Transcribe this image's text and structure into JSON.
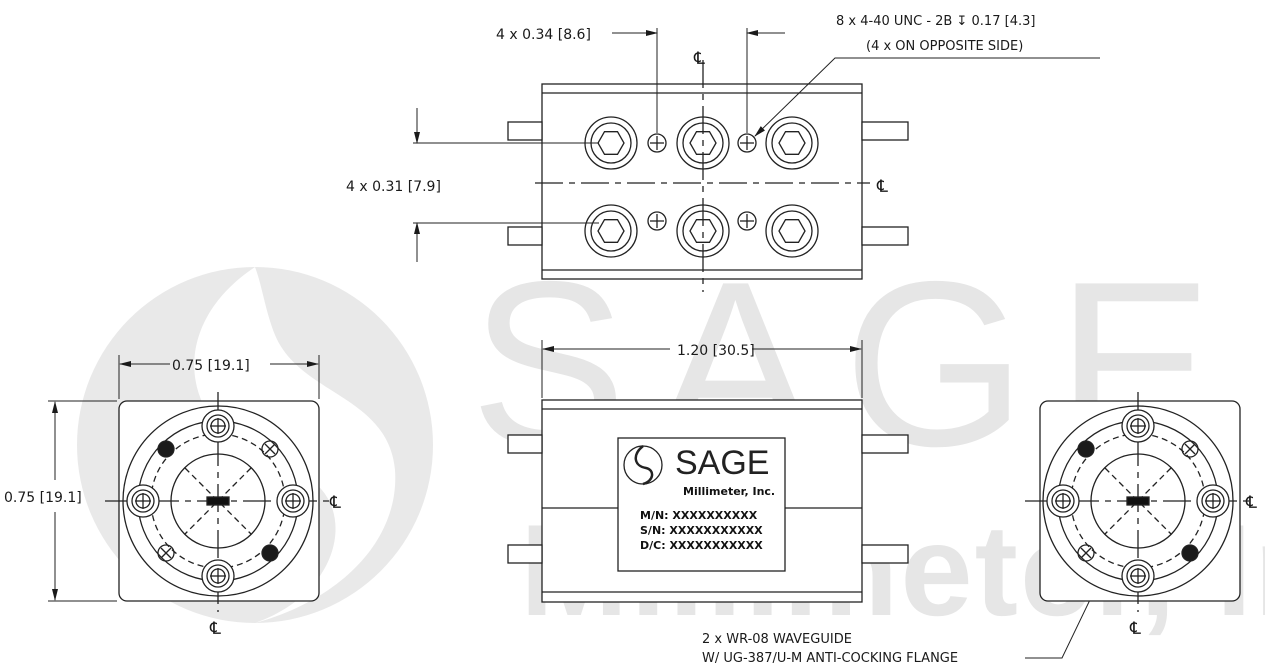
{
  "watermark": {
    "brand": "SAGE",
    "company": "Millimeter, Inc."
  },
  "dimensions": {
    "hole_spacing_x": "4 x 0.34",
    "hole_spacing_x_mm": "8.6",
    "hole_spacing_y": "4 x 0.31",
    "hole_spacing_y_mm": "7.9",
    "length": "1.20",
    "length_mm": "30.5",
    "width": "0.75",
    "width_mm": "19.1",
    "height": "0.75",
    "height_mm": "19.1"
  },
  "notes": {
    "thread_main": "8 x 4-40 UNC - 2B",
    "thread_depth_symbol": "↧",
    "thread_depth": "0.17",
    "thread_depth_mm": "4.3",
    "thread_sub": "(4 x ON OPPOSITE SIDE)",
    "waveguide_line1": "2 x WR-08 WAVEGUIDE",
    "waveguide_line2": "W/ UG-387/U-M ANTI-COCKING FLANGE"
  },
  "centerline_symbol": "℄",
  "label": {
    "brand": "SAGE",
    "company": "Millimeter, Inc.",
    "mn": "M/N: XXXXXXXXXX",
    "sn": "S/N: XXXXXXXXXXX",
    "dc": "D/C: XXXXXXXXXXX"
  }
}
